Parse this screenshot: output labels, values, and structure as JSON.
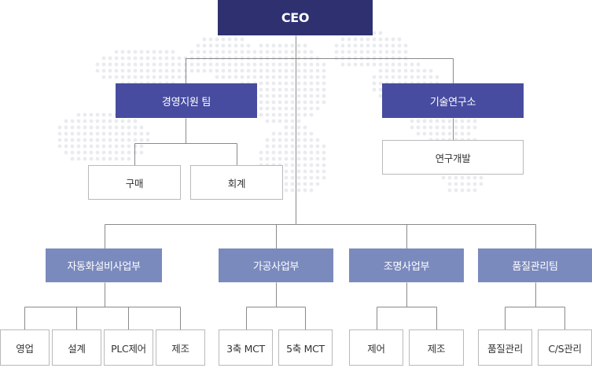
{
  "colors": {
    "ceo": "#2e3070",
    "dept": "#474ca0",
    "division": "#7b8abd",
    "line": "#8a8a8a",
    "unit_border": "#b9b9b9",
    "map_dots": "#e9ebef"
  },
  "ceo": {
    "label": "CEO"
  },
  "departments": [
    {
      "label": "경영지원 팀",
      "children": [
        "구매",
        "회계"
      ]
    },
    {
      "label": "기술연구소",
      "children": [
        "연구개발"
      ]
    }
  ],
  "divisions": [
    {
      "label": "자동화설비사업부",
      "children": [
        "영업",
        "설계",
        "PLC제어",
        "제조"
      ]
    },
    {
      "label": "가공사업부",
      "children": [
        "3축 MCT",
        "5축 MCT"
      ]
    },
    {
      "label": "조명사업부",
      "children": [
        "제어",
        "제조"
      ]
    },
    {
      "label": "품질관리팀",
      "children": [
        "품질관리",
        "C/S관리"
      ]
    }
  ]
}
